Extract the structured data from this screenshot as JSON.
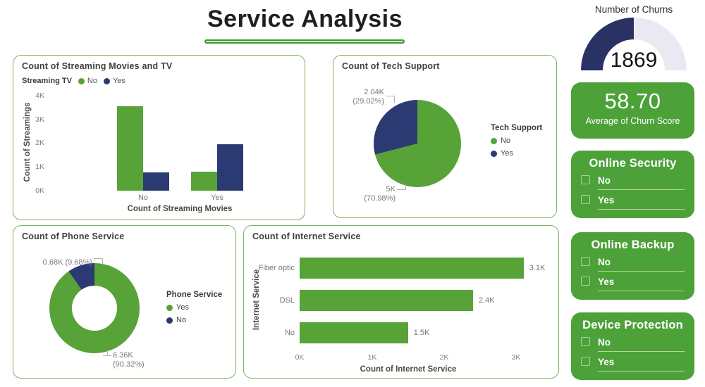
{
  "page_title": "Service Analysis",
  "colors": {
    "chart_green": "#57a338",
    "navy": "#2b3a73",
    "card_green": "#4da139",
    "gauge_fill": "#2a3163",
    "gauge_track": "#e9e9f2",
    "card_border": "#7cb362"
  },
  "chart_data": [
    {
      "id": "streaming",
      "type": "bar",
      "title": "Count of Streaming Movies and TV",
      "legend_title": "Streaming TV",
      "legend_position": "top-left",
      "categories": [
        "No",
        "Yes"
      ],
      "series": [
        {
          "name": "No",
          "color": "#57a338",
          "values": [
            3.55,
            0.8
          ]
        },
        {
          "name": "Yes",
          "color": "#2b3a73",
          "values": [
            0.78,
            1.95
          ]
        }
      ],
      "xlabel": "Count of Streaming Movies",
      "ylabel": "Count of Streamings",
      "ylim": [
        0,
        4
      ],
      "ytick_labels": [
        "0K",
        "1K",
        "2K",
        "3K",
        "4K"
      ],
      "grid": false
    },
    {
      "id": "tech-support",
      "type": "pie",
      "title": "Count of Tech Support",
      "legend_title": "Tech Support",
      "legend_position": "right",
      "slices": [
        {
          "name": "No",
          "color": "#57a338",
          "value_label": "5K",
          "pct": 70.98,
          "pct_label": "(70.98%)"
        },
        {
          "name": "Yes",
          "color": "#2b3a73",
          "value_label": "2.04K",
          "pct": 29.02,
          "pct_label": "(29.02%)"
        }
      ]
    },
    {
      "id": "phone-service",
      "type": "pie",
      "subtype": "donut",
      "title": "Count of Phone Service",
      "legend_title": "Phone Service",
      "legend_position": "right",
      "slices": [
        {
          "name": "Yes",
          "color": "#57a338",
          "value_label": "6.36K",
          "pct": 90.32,
          "pct_label": "(90.32%)"
        },
        {
          "name": "No",
          "color": "#2b3a73",
          "value_label": "0.68K",
          "pct": 9.68,
          "pct_label": "(9.68%)"
        }
      ]
    },
    {
      "id": "internet-service",
      "type": "bar",
      "orientation": "horizontal",
      "title": "Count of Internet Service",
      "categories": [
        "Fiber optic",
        "DSL",
        "No"
      ],
      "values": [
        3.1,
        2.4,
        1.5
      ],
      "value_labels": [
        "3.1K",
        "2.4K",
        "1.5K"
      ],
      "color": "#57a338",
      "xlabel": "Count of Internet Service",
      "ylabel": "Internet Service",
      "xlim": [
        0,
        3.5
      ],
      "xtick_labels": [
        "0K",
        "1K",
        "2K",
        "3K"
      ],
      "grid": false
    },
    {
      "id": "churn-gauge",
      "type": "gauge",
      "title": "Number of Churns",
      "value_label": "1869",
      "fraction": 0.5,
      "fill": "#2a3163",
      "track": "#e9e9f2"
    }
  ],
  "kpi_card": {
    "value": "58.70",
    "label": "Average of Churn Score"
  },
  "slicers": [
    {
      "title": "Online Security",
      "options": [
        "No",
        "Yes"
      ]
    },
    {
      "title": "Online Backup",
      "options": [
        "No",
        "Yes"
      ]
    },
    {
      "title": "Device Protection",
      "options": [
        "No",
        "Yes"
      ]
    }
  ]
}
